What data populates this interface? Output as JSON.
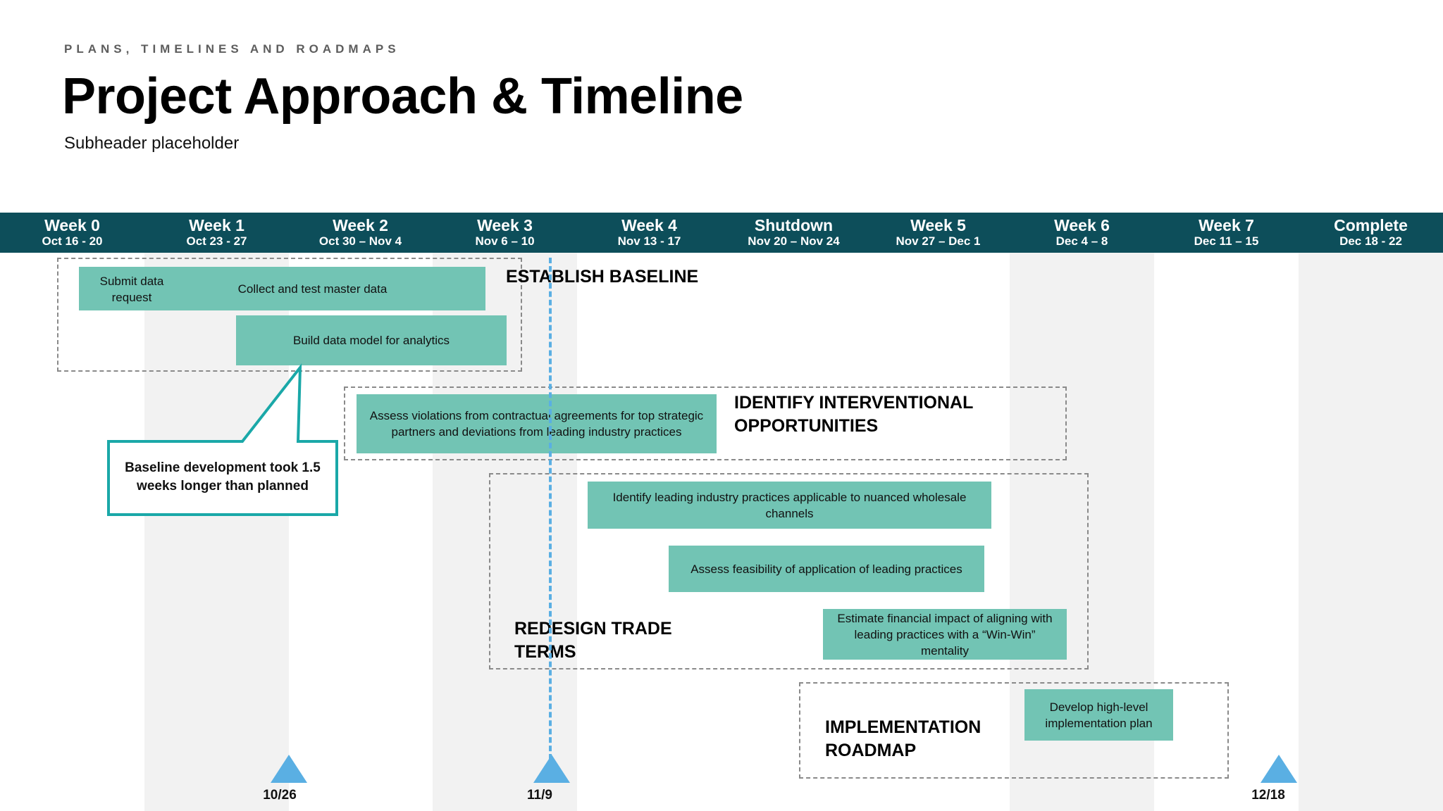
{
  "header": {
    "eyebrow": "PLANS, TIMELINES AND ROADMAPS",
    "title": "Project Approach & Timeline",
    "subtitle": "Subheader placeholder"
  },
  "timeline": {
    "columns": [
      {
        "label": "Week 0",
        "dates": "Oct 16 - 20"
      },
      {
        "label": "Week 1",
        "dates": "Oct 23 - 27"
      },
      {
        "label": "Week 2",
        "dates": "Oct 30 – Nov 4"
      },
      {
        "label": "Week 3",
        "dates": "Nov 6 – 10"
      },
      {
        "label": "Week 4",
        "dates": "Nov 13 - 17"
      },
      {
        "label": "Shutdown",
        "dates": "Nov 20 – Nov 24"
      },
      {
        "label": "Week 5",
        "dates": "Nov 27 – Dec 1"
      },
      {
        "label": "Week 6",
        "dates": "Dec 4 – 8"
      },
      {
        "label": "Week 7",
        "dates": "Dec 11 – 15"
      },
      {
        "label": "Complete",
        "dates": "Dec 18 - 22"
      }
    ]
  },
  "groups": {
    "baseline": "ESTABLISH BASELINE",
    "interventional": "IDENTIFY INTERVENTIONAL OPPORTUNITIES",
    "redesign": "REDESIGN TRADE TERMS",
    "implementation": "IMPLEMENTATION ROADMAP"
  },
  "tasks": {
    "submit_data": "Submit data request",
    "collect_data": "Collect and test master data",
    "build_model": "Build data model for analytics",
    "assess_violations": "Assess violations from contractual agreements for top strategic partners and deviations from leading industry practices",
    "identify_practices": "Identify leading industry practices applicable to nuanced wholesale channels",
    "assess_feasibility": "Assess feasibility of application of leading practices",
    "estimate_impact": "Estimate financial impact of aligning with leading practices with a “Win-Win” mentality",
    "develop_plan": "Develop high-level implementation plan"
  },
  "callout": {
    "text": "Baseline development took 1.5 weeks longer than planned"
  },
  "milestones": {
    "m1": "10/26",
    "m2": "11/9",
    "m3": "12/18"
  },
  "colors": {
    "header_bar": "#0d4e5a",
    "task": "#72c4b4",
    "milestone": "#5aafe3",
    "callout_border": "#1aa8a8"
  }
}
